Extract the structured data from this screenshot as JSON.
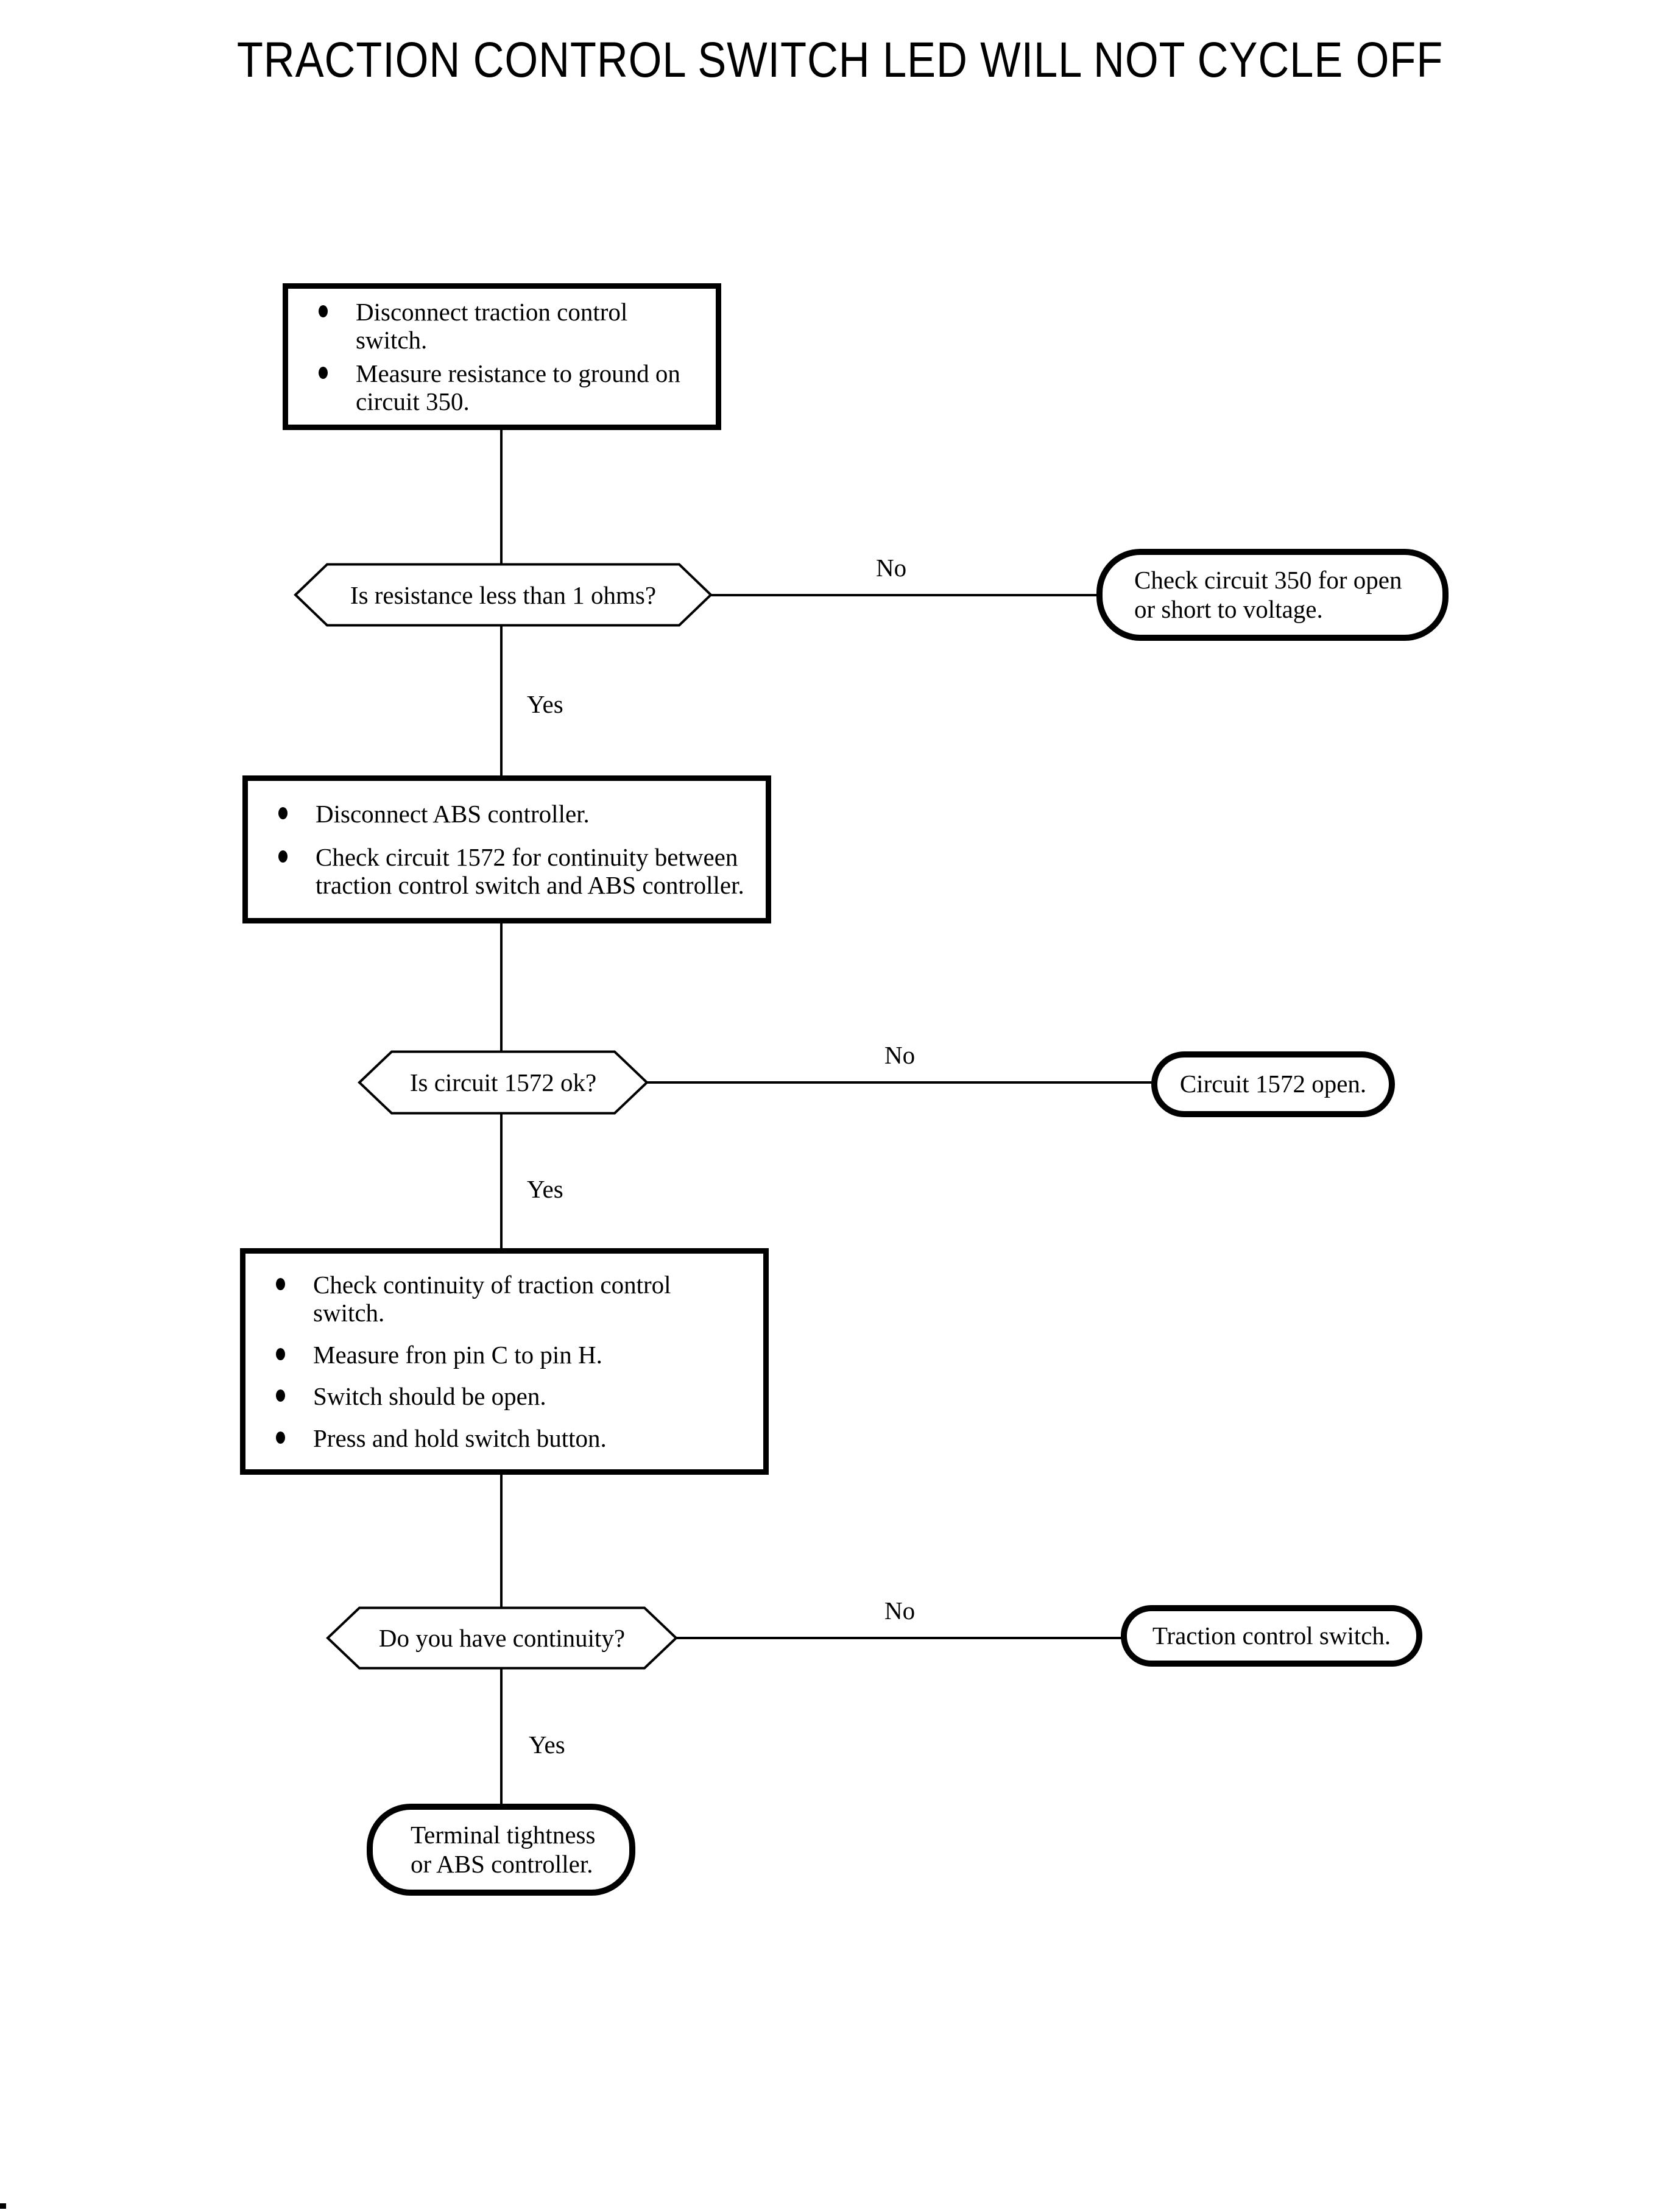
{
  "page": {
    "title": "TRACTION CONTROL SWITCH LED WILL NOT CYCLE OFF"
  },
  "nodes": {
    "step1": {
      "bullets": [
        "Disconnect traction control switch.",
        "Measure resistance to ground on\ncircuit 350."
      ]
    },
    "decision1": {
      "question": "Is resistance less than 1 ohms?"
    },
    "terminal1": {
      "text": "Check circuit 350 for open\nor short to voltage."
    },
    "step2": {
      "bullets": [
        "Disconnect ABS controller.",
        "Check circuit 1572 for continuity between\ntraction control switch and ABS controller."
      ]
    },
    "decision2": {
      "question": "Is circuit 1572 ok?"
    },
    "terminal2": {
      "text": "Circuit 1572 open."
    },
    "step3": {
      "bullets": [
        "Check continuity of traction control switch.",
        "Measure fron pin C to pin H.",
        "Switch should be open.",
        "Press and hold switch button."
      ]
    },
    "decision3": {
      "question": "Do you have continuity?"
    },
    "terminal3": {
      "text": "Traction control switch."
    },
    "terminal4": {
      "text": "Terminal tightness\nor ABS controller."
    }
  },
  "labels": {
    "yes": "Yes",
    "no": "No"
  },
  "colors": {
    "ink": "#000000",
    "background": "#ffffff"
  }
}
